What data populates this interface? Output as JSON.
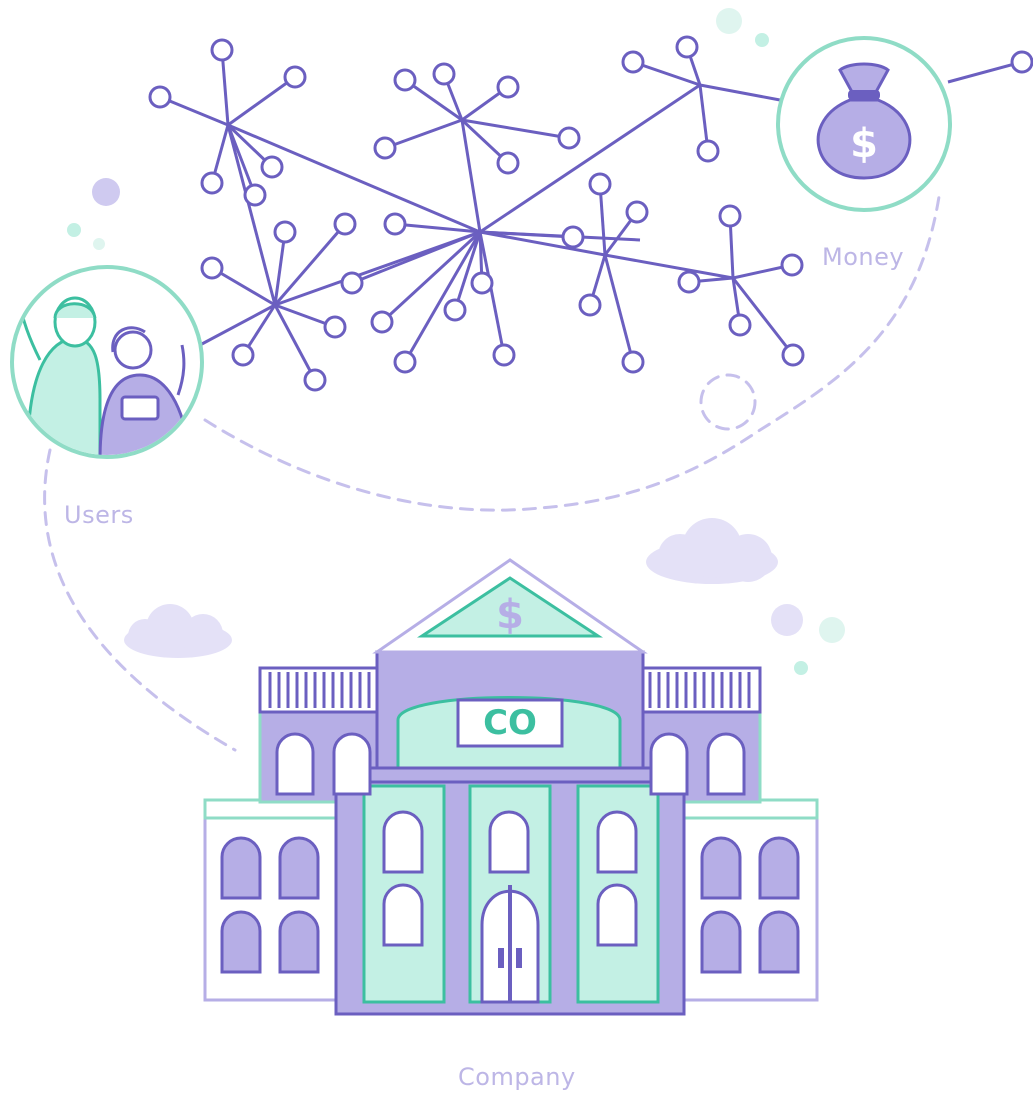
{
  "labels": {
    "users": "Users",
    "money": "Money",
    "company": "Company",
    "building_sign": "CO",
    "currency_symbol": "$"
  },
  "colors": {
    "purple": "#6b5fc0",
    "light_purple": "#b6aee6",
    "pale_purple": "#dcd8f5",
    "mint": "#5cd6b8",
    "light_mint": "#c3f0e4",
    "label_gray": "#bdb6e6"
  },
  "icons": [
    "users-icon",
    "money-bag-icon",
    "building-icon",
    "network-graph"
  ]
}
